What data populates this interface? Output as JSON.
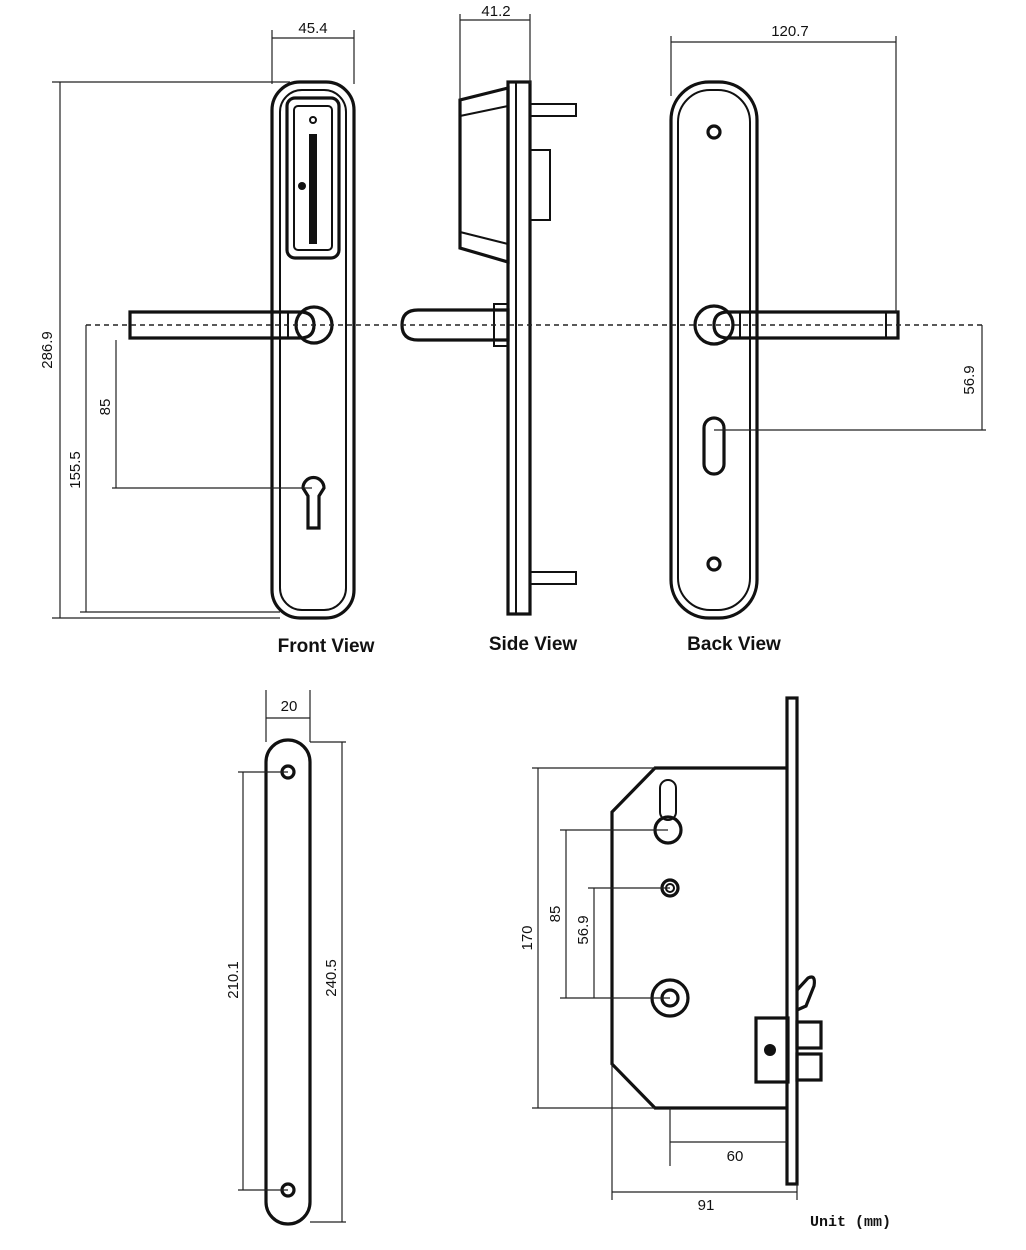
{
  "views": {
    "front": "Front View",
    "side": "Side View",
    "back": "Back View"
  },
  "dimensions": {
    "front_width": "45.4",
    "side_depth": "41.2",
    "back_handle_span": "120.7",
    "overall_height": "286.9",
    "handle_to_cylinder": "85",
    "handle_to_bottom": "155.5",
    "handle_to_keyhole": "56.9",
    "strike_width": "20",
    "strike_hole_spacing": "210.1",
    "strike_length": "240.5",
    "mortise_height": "170",
    "mortise_center_85": "85",
    "mortise_center_56_9": "56.9",
    "backset": "60",
    "case_depth": "91"
  },
  "unit_label": "Unit (mm)"
}
